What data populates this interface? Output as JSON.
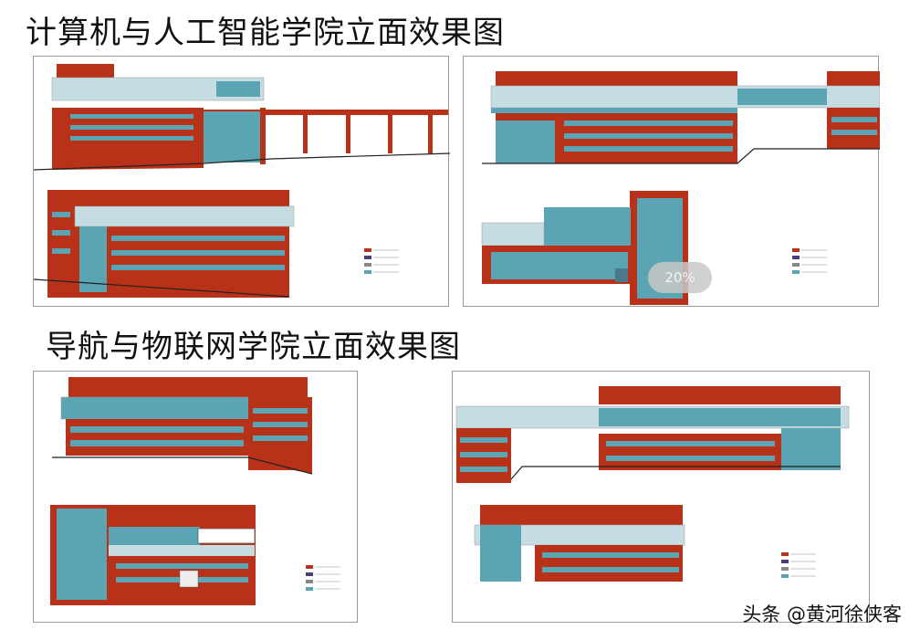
{
  "heading_computer": "计算机与人工智能学院立面效果图",
  "heading_navigation": "导航与物联网学院立面效果图",
  "zoom_badge": "20%",
  "watermark": "头条 @黄河徐侠客",
  "colors": {
    "brick": "#b8321a",
    "glass": "#5aa4b4",
    "glass_light": "#c5dde2",
    "window_dark": "#4a3f7a",
    "line": "#888888"
  }
}
